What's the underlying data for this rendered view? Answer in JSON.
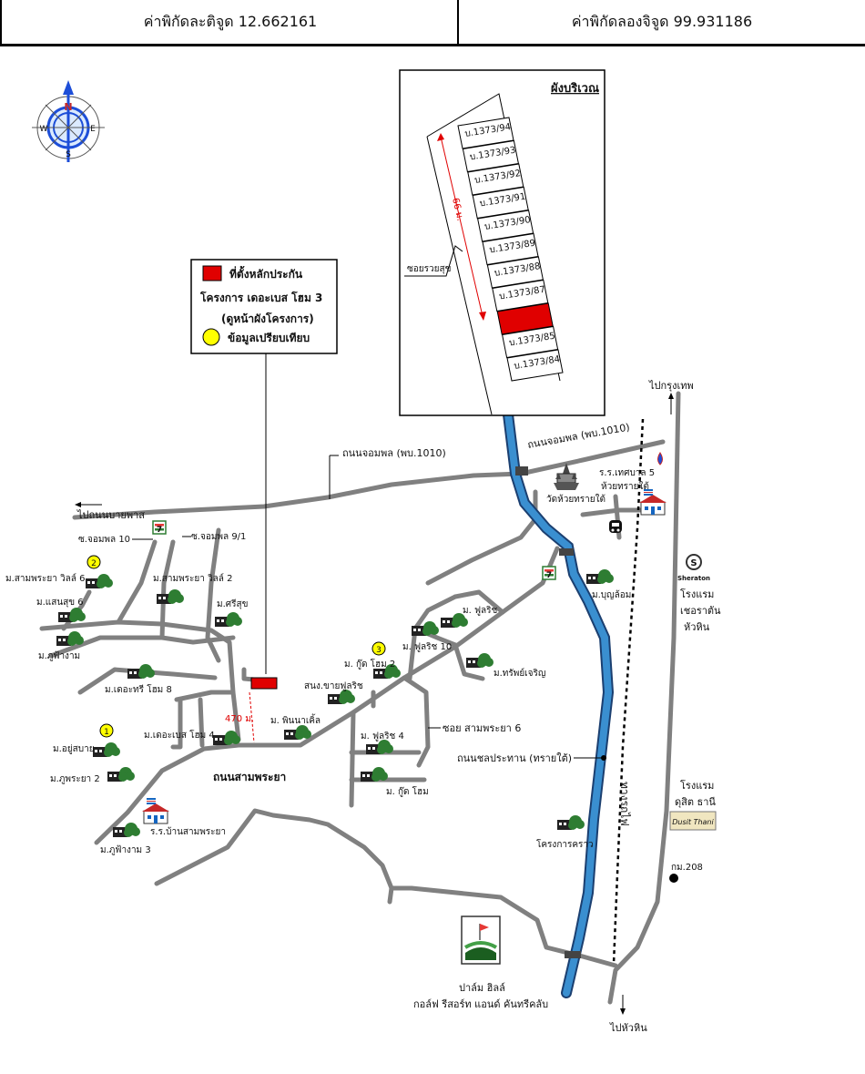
{
  "header": {
    "latitude": "ค่าพิกัดละติจูด 12.662161",
    "longitude": "ค่าพิกัดลองจิจูด 99.931186"
  },
  "compass": {
    "n": "N",
    "s": "S",
    "e": "E",
    "w": "W"
  },
  "legend": {
    "line1": "ที่ตั้งหลักประกัน",
    "line2": "โครงการ เดอะเบส โฮม 3",
    "line3": "(ดูหน้าผังโครงการ)",
    "line4": "ข้อมูลเปรียบเทียบ",
    "collateral_color": "#e00000",
    "comparable_color": "#ffff00"
  },
  "site_plan": {
    "title": "ผังบริเวณ",
    "plots": [
      "บ.1373/94",
      "บ.1373/93",
      "บ.1373/92",
      "บ.1373/91",
      "บ.1373/90",
      "บ.1373/89",
      "บ.1373/88",
      "บ.1373/87",
      "",
      "บ.1373/85",
      "บ.1373/84"
    ],
    "distance": "66 ม.",
    "soi": "ซอยรวยสุข"
  },
  "roads": {
    "jompol_left": "ถนนจอมพล (พบ.1010)",
    "jompol_right": "ถนนจอมพล (พบ.1010)",
    "to_bypass": "ไปถนนบายพาส",
    "to_bangkok": "ไปกรุงเทพ",
    "to_huahin": "ไปหัวหิน",
    "soi_jompol_10": "ซ.จอมพล 10",
    "soi_jompol_9_1": "ซ.จอมพล 9/1",
    "sam_phraya_road": "ถนนสามพระยา",
    "soi_sam_phraya_6": "ซอย สามพระยา 6",
    "chon_prathan": "ถนนชลประทาน (ทรายใต้)",
    "railway": "ทางรถไฟ",
    "distance_470": "470 ม."
  },
  "places": {
    "sam_phraya_villa_6": "ม.สามพระยา วิลล์ 6",
    "sam_phraya_villa_2": "ม.สามพระยา วิลล์ 2",
    "saensuk_6": "ม.แสนสุข 6",
    "phufah_ngam": "ม.ภูฟ้างาม",
    "sri_suk": "ม.ศรีสุข",
    "the_tree_home_8": "ม.เดอะทรี โฮม 8",
    "the_base_home_4": "ม.เดอะเบส โฮม 4",
    "yu_sabai": "ม.อยู่สบาย",
    "phu_phraya_2": "ม.ภูพระยา 2",
    "school_sam_phraya": "ร.ร.บ้านสามพระยา",
    "phufah_ngam_3": "ม.ภูฟ้างาม 3",
    "pinnacle": "ม. พินนาเคิ้ล",
    "health_center": "สนง.ขายฟูลริช",
    "good_home_2": "ม. กู๊ด โฮม 2",
    "fullrich_10": "ม. ฟูลริช 10",
    "fullrich": "ม. ฟูลริช",
    "sapcharoen": "ม.ทรัพย์เจริญ",
    "fullrich_4": "ม. ฟูลริช 4",
    "good_home": "ม. กู๊ด โฮม",
    "bun_lom": "ม.บุญล้อม",
    "temple": "วัดห้วยทรายใต้",
    "school_tessaban_1": "ร.ร.เทศบาล 5",
    "school_tessaban_2": "ห้วยทรายใต้",
    "sheraton_1": "โรงแรม",
    "sheraton_2": "เชอราตัน",
    "sheraton_3": "หัวหิน",
    "sheraton_logo": "Sheraton",
    "dusit_1": "โรงแรม",
    "dusit_2": "ดุสิต ธานี",
    "dusit_logo": "Dusit Thani",
    "km_208": "กม.208",
    "crown_project": "โครงการคราว",
    "palm_hills_1": "ปาล์ม ฮิลล์",
    "palm_hills_2": "กอล์ฟ รีสอร์ท แอนด์ คันทรีคลับ"
  },
  "markers": {
    "m1": "1",
    "m2": "2",
    "m3": "3"
  },
  "colors": {
    "road": "#808080",
    "river": "#3a8fd0",
    "river_edge": "#1b3f70",
    "tree": "#2e7d32"
  }
}
